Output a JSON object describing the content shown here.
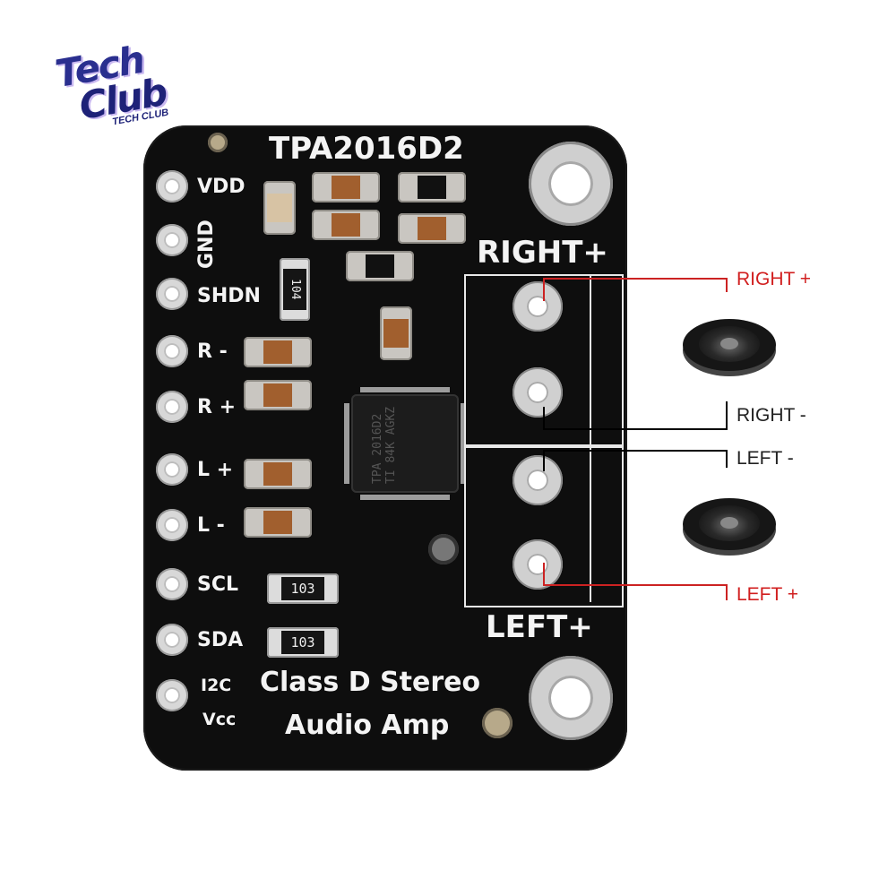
{
  "logo": {
    "line1": "Tech",
    "line2": "Club",
    "sub": "TECH CLUB"
  },
  "board": {
    "title": "TPA2016D2",
    "subtitle_line1": "Class D Stereo",
    "subtitle_line2": "Audio Amp",
    "pins": [
      "VDD",
      "GND",
      "SHDN",
      "R -",
      "R +",
      "L +",
      "L -",
      "SCL",
      "SDA"
    ],
    "i2c_label": "I2C",
    "vcc_label": "Vcc",
    "right_terminal": "RIGHT+",
    "left_terminal": "LEFT+",
    "resistor_code_1": "104",
    "resistor_code_2": "103",
    "resistor_code_3": "103",
    "chip_marking": "TPA 2016D2 TI 84K AGKZ"
  },
  "callouts": {
    "right_plus": "RIGHT +",
    "right_minus": "RIGHT -",
    "left_minus": "LEFT -",
    "left_plus": "LEFT +"
  },
  "colors": {
    "positive": "#d11f1f",
    "negative": "#222222",
    "board": "#0e0e0e"
  }
}
